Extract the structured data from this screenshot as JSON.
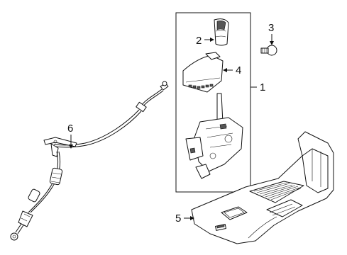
{
  "callouts": {
    "c1": "1",
    "c2": "2",
    "c3": "3",
    "c4": "4",
    "c5": "5",
    "c6": "6"
  },
  "parts": {
    "p1": "shifter-assembly",
    "p2": "shift-knob",
    "p3": "fastener",
    "p4": "shift-boot-bezel",
    "p5": "floor-console-panel",
    "p6": "shift-cable"
  }
}
